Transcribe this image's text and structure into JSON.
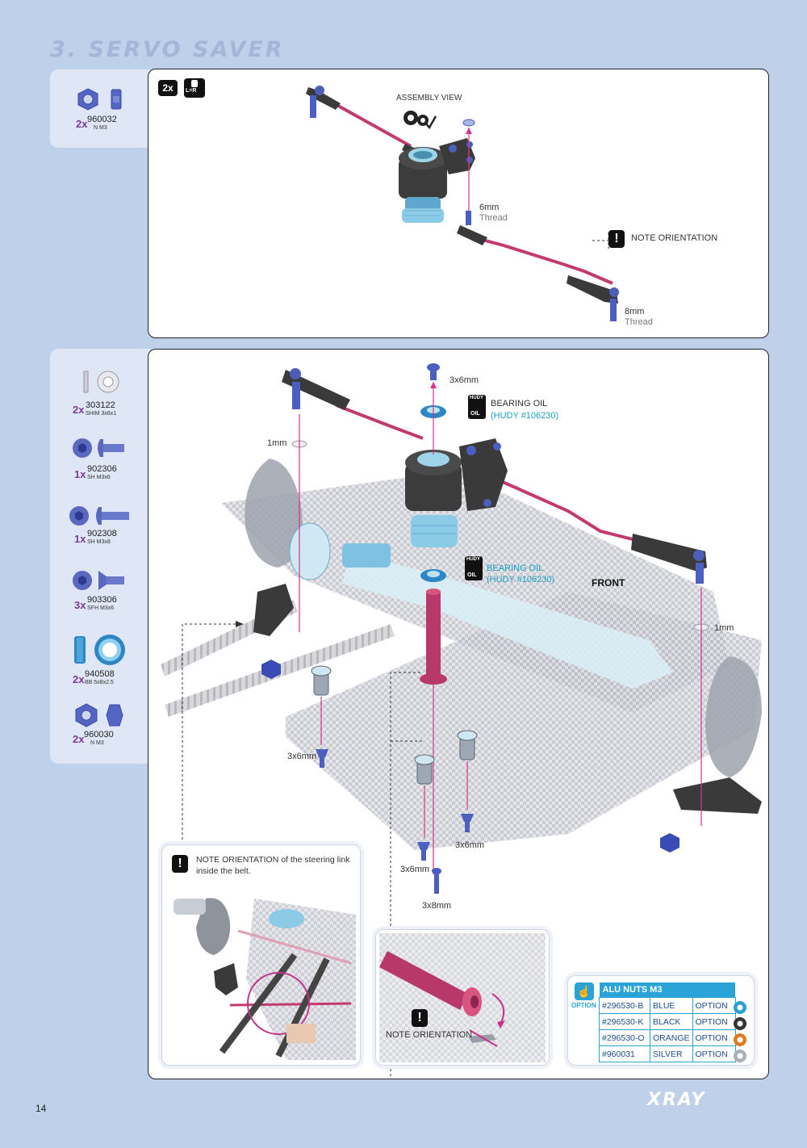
{
  "page": {
    "title": "3. SERVO SAVER",
    "number": "14",
    "logo": "XRAY"
  },
  "colors": {
    "background": "#bfd0ea",
    "accent_cyan": "#2aa4d8",
    "rod_pink": "#c0306a",
    "part_blue": "#4a5fbf"
  },
  "step1": {
    "parts": [
      {
        "qty": "2x",
        "number": "960032",
        "desc": "N M3",
        "icon": "hex-nut-icon"
      }
    ],
    "badges": [
      "2x",
      "L=R"
    ],
    "labels": {
      "assembly_view": "ASSEMBLY VIEW",
      "thread_6": "6mm",
      "thread_6_word": "Thread",
      "note_orientation": "NOTE ORIENTATION",
      "thread_8": "8mm",
      "thread_8_word": "Thread"
    }
  },
  "step2": {
    "parts": [
      {
        "qty": "2x",
        "number": "303122",
        "desc": "SHIM 3x6x1",
        "icon": "shim-icon"
      },
      {
        "qty": "1x",
        "number": "902306",
        "desc": "SH M3x6",
        "icon": "button-screw-icon"
      },
      {
        "qty": "1x",
        "number": "902308",
        "desc": "SH M3x8",
        "icon": "button-screw-icon"
      },
      {
        "qty": "3x",
        "number": "903306",
        "desc": "SFH M3x6",
        "icon": "flat-screw-icon"
      },
      {
        "qty": "2x",
        "number": "940508",
        "desc": "BB 5x8x2.5",
        "icon": "ball-bearing-icon"
      },
      {
        "qty": "2x",
        "number": "960030",
        "desc": "N M3",
        "icon": "hex-nut-icon"
      }
    ],
    "labels": {
      "screw_top": "3x6mm",
      "bearing_oil_1": "BEARING OIL",
      "hudy_1": "(HUDY #106230)",
      "shim_left": "1mm",
      "bearing_oil_2": "BEARING OIL",
      "hudy_2": "(HUDY #106230)",
      "front": "FRONT",
      "shim_right": "1mm",
      "screw_left": "3x6mm",
      "screw_mid": "3x6mm",
      "screw_bottom_a": "3x6mm",
      "screw_bottom_b": "3x8mm",
      "hudy_brand": "HUDY",
      "oil_word": "OIL"
    },
    "note_belt": {
      "bold": "NOTE ORIENTATION",
      "rest_line1": " of the steering link",
      "line2": "inside the belt."
    },
    "note_post": "NOTE ORIENTATION",
    "option": {
      "badge": "OPTION",
      "title": "ALU NUTS M3",
      "rows": [
        {
          "code": "#296530-B",
          "color": "BLUE",
          "tag": "OPTION",
          "swatch": "#2a9fd6"
        },
        {
          "code": "#296530-K",
          "color": "BLACK",
          "tag": "OPTION",
          "swatch": "#333333"
        },
        {
          "code": "#296530-O",
          "color": "ORANGE",
          "tag": "OPTION",
          "swatch": "#e07a22"
        },
        {
          "code": "#960031",
          "color": "SILVER",
          "tag": "OPTION",
          "swatch": "#aab0b8"
        }
      ]
    }
  }
}
